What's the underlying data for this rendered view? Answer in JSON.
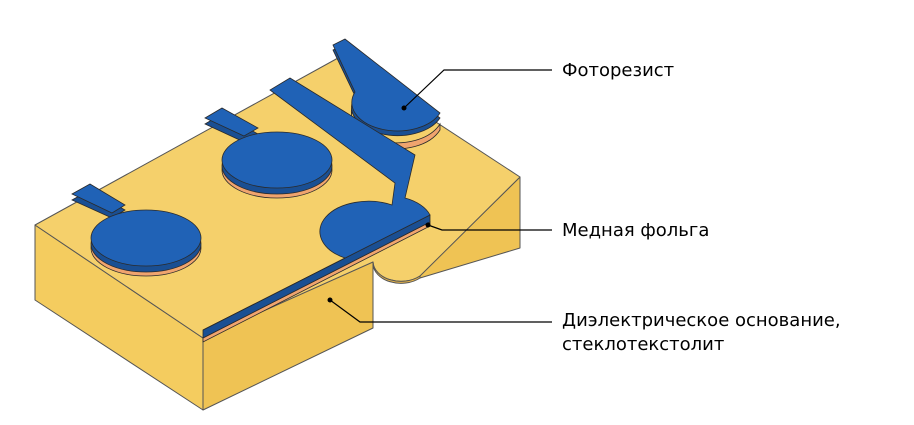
{
  "labels": {
    "photoresist": "Фоторезист",
    "copper_foil": "Медная фольга",
    "dielectric_line1": "Диэлектрическое основание,",
    "dielectric_line2": "стеклотекстолит"
  },
  "colors": {
    "board_top": "#f5d06b",
    "board_front": "#f4cc5f",
    "board_side": "#efc354",
    "edge": "#555555",
    "photoresist": "#2062b6",
    "photoresist_side": "#1a4f93",
    "copper": "#f0a46e",
    "copper_light": "#f6c7a3",
    "leader": "#000000"
  }
}
